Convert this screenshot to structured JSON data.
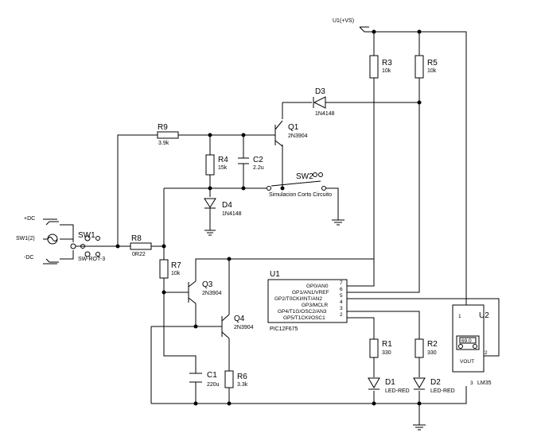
{
  "supplies": {
    "vs": "U1(+VS)",
    "plus_dc": "+DC",
    "sw1_input": "SW1(2)",
    "minus_dc": "-DC"
  },
  "components": {
    "r3": {
      "ref": "R3",
      "value": "10k"
    },
    "r5": {
      "ref": "R5",
      "value": "10k"
    },
    "d3": {
      "ref": "D3",
      "value": "1N4148"
    },
    "r9": {
      "ref": "R9",
      "value": "3.9k"
    },
    "q1": {
      "ref": "Q1",
      "value": "2N3904"
    },
    "r4": {
      "ref": "R4",
      "value": "15k"
    },
    "c2": {
      "ref": "C2",
      "value": "2.2u"
    },
    "sw2": {
      "ref": "SW2",
      "value": "Simulacion Corto Circuito"
    },
    "d4": {
      "ref": "D4",
      "value": "1N4148"
    },
    "sw1": {
      "ref": "SW1",
      "value": "SW-ROT-3"
    },
    "r8": {
      "ref": "R8",
      "value": "0R22"
    },
    "r7": {
      "ref": "R7",
      "value": "10k"
    },
    "q3": {
      "ref": "Q3",
      "value": "2N3904"
    },
    "q4": {
      "ref": "Q4",
      "value": "2N3904"
    },
    "c1": {
      "ref": "C1",
      "value": "220u"
    },
    "r6": {
      "ref": "R6",
      "value": "3.3k"
    },
    "r1": {
      "ref": "R1",
      "value": "330"
    },
    "r2": {
      "ref": "R2",
      "value": "330"
    },
    "d1": {
      "ref": "D1",
      "value": "LED-RED"
    },
    "d2": {
      "ref": "D2",
      "value": "LED-RED"
    },
    "u1": {
      "ref": "U1",
      "value": "PIC12F675",
      "pins": [
        {
          "name": "GP0/AN0",
          "num": "7"
        },
        {
          "name": "GP1/AN1/VREF",
          "num": "6"
        },
        {
          "name": "GP2/T0CKI/INT/AN2",
          "num": "5"
        },
        {
          "name": "GP3/MCLR",
          "num": "4"
        },
        {
          "name": "GP4/T1G/OSC2/AN3",
          "num": "3"
        },
        {
          "name": "GP5/T1CKI/OSC1",
          "num": "2"
        }
      ]
    },
    "u2": {
      "ref": "U2",
      "value": "LM35",
      "reading": "69.0",
      "out_label": "VOUT",
      "pin_vs": "1",
      "pin_out": "2",
      "pin_gnd": "3"
    }
  }
}
